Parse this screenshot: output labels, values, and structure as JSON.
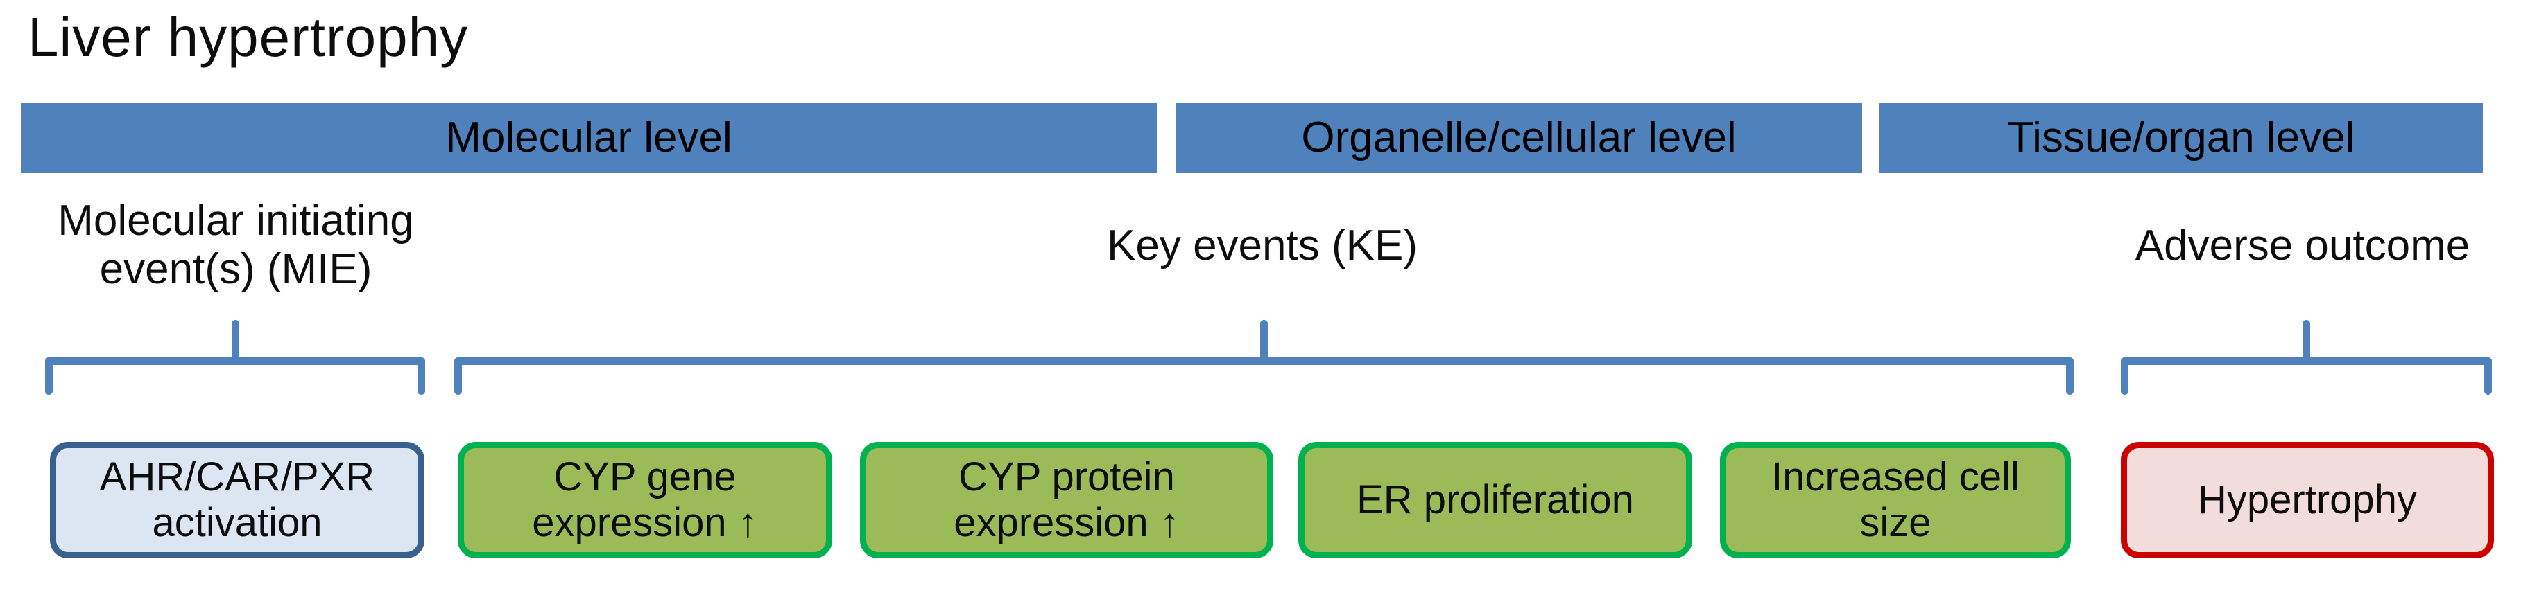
{
  "title": "Liver hypertrophy",
  "levels": [
    {
      "id": "molecular",
      "label": "Molecular level"
    },
    {
      "id": "organelle",
      "label": "Organelle/cellular level"
    },
    {
      "id": "tissue",
      "label": "Tissue/organ level"
    }
  ],
  "stages": [
    {
      "id": "mie",
      "label": "Molecular initiating\nevent(s) (MIE)"
    },
    {
      "id": "ke",
      "label": "Key events (KE)"
    },
    {
      "id": "ao",
      "label": "Adverse outcome"
    }
  ],
  "boxes": [
    {
      "id": "mie-1",
      "label": "AHR/CAR/PXR\nactivation",
      "fill": "#dce6f2",
      "border": "#39618f"
    },
    {
      "id": "ke-1",
      "label": "CYP gene\nexpression ↑",
      "fill": "#9bbb59",
      "border": "#00b14f"
    },
    {
      "id": "ke-2",
      "label": "CYP protein\nexpression ↑",
      "fill": "#9bbb59",
      "border": "#00b14f"
    },
    {
      "id": "ke-3",
      "label": "ER proliferation",
      "fill": "#9bbb59",
      "border": "#00b14f"
    },
    {
      "id": "ke-4",
      "label": "Increased cell\nsize",
      "fill": "#9bbb59",
      "border": "#00b14f"
    },
    {
      "id": "ao-1",
      "label": "Hypertrophy",
      "fill": "#f2dddc",
      "border": "#cc0000"
    }
  ],
  "colors": {
    "level_bar": "#4f81bd",
    "brace": "#4f81bd",
    "text": "#0d0d0d",
    "background": "#ffffff"
  }
}
